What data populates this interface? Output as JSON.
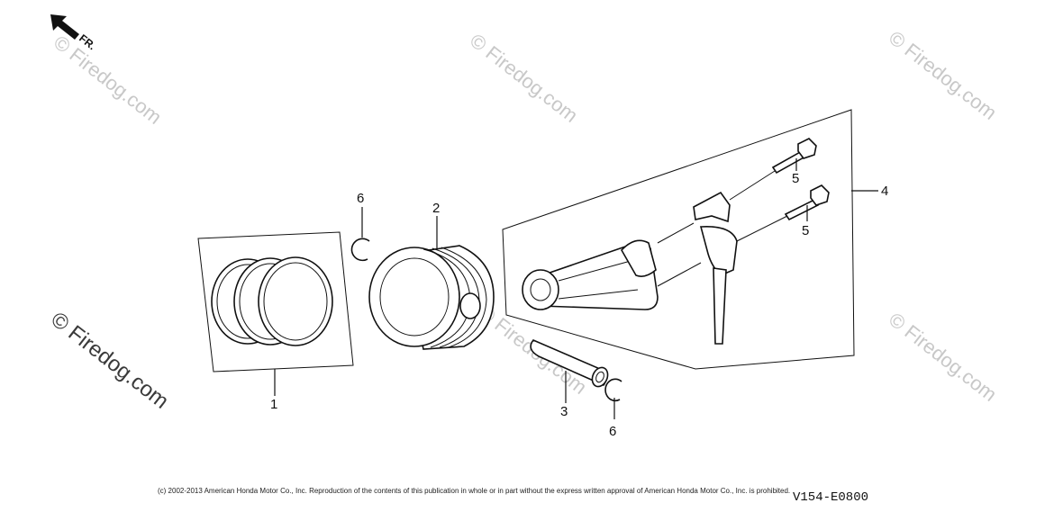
{
  "orientation": {
    "label": "FR.",
    "icon": "front-arrow-icon"
  },
  "callouts": {
    "piston_ring_set": "1",
    "piston": "2",
    "piston_pin": "3",
    "connecting_rod_assy": "4",
    "rod_bolt_upper": "5",
    "rod_bolt_lower": "5",
    "pin_clip_upper": "6",
    "pin_clip_lower": "6"
  },
  "watermarks": {
    "text": "© Firedog.com",
    "color": "#c8c8c8",
    "dark_color": "#3a3a3a"
  },
  "footer": {
    "copyright": "(c) 2002-2013 American Honda Motor Co., Inc. Reproduction of the contents of this publication in whole or in part without the express written approval of American Honda Motor Co., Inc. is prohibited.",
    "diagram_code": "V154-E0800"
  }
}
